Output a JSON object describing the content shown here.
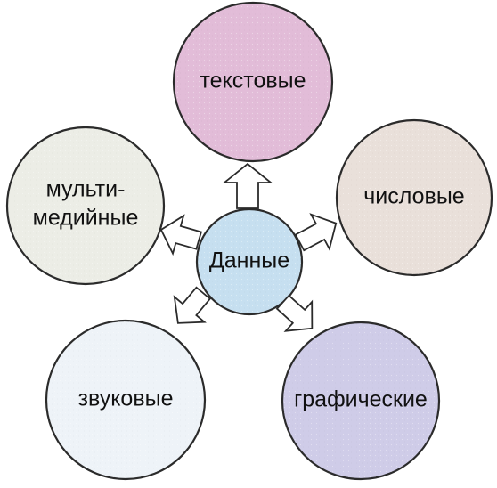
{
  "diagram": {
    "center": {
      "label": "Данные",
      "color": "#c6dff0"
    },
    "nodes": [
      {
        "id": "text",
        "label": "текстовые",
        "color": "#e2bcd8"
      },
      {
        "id": "numeric",
        "label": "числовые",
        "color": "#e9e0da"
      },
      {
        "id": "graphic",
        "label": "графические",
        "color": "#cfcce8"
      },
      {
        "id": "audio",
        "label": "звуковые",
        "color": "#eef3f8"
      },
      {
        "id": "multimedia",
        "label_line1": "мульти-",
        "label_line2": "медийные",
        "color": "#ecede6"
      }
    ]
  }
}
